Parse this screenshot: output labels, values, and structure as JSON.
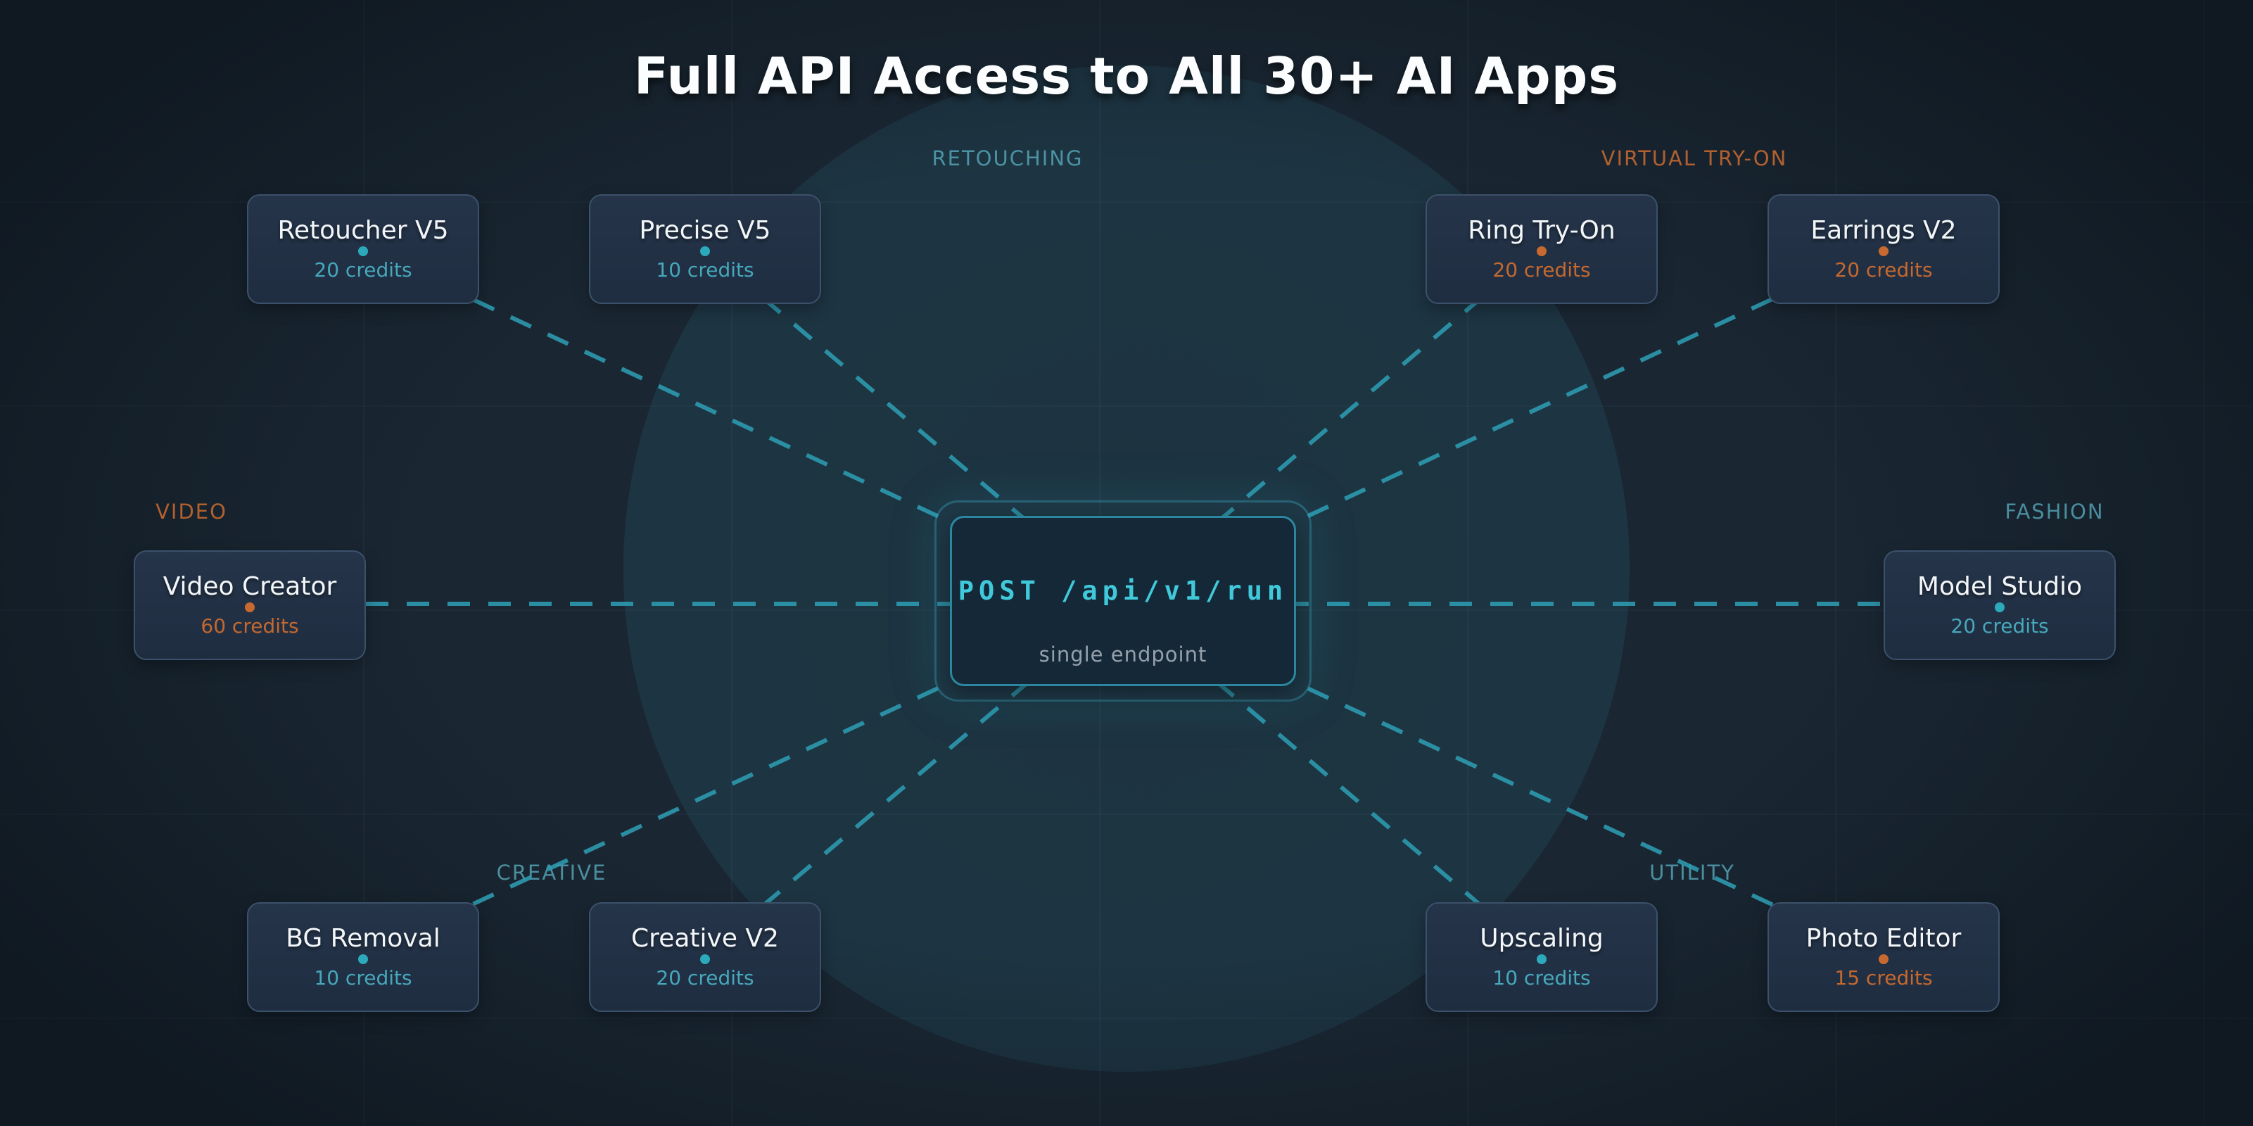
{
  "title": "Full API Access to All 30+ AI Apps",
  "center_endpoint": {
    "request": "POST /api/v1/run",
    "subtitle": "single endpoint"
  },
  "categories": [
    {
      "label": "RETOUCHING",
      "accent": "teal"
    },
    {
      "label": "VIRTUAL TRY-ON",
      "accent": "orange"
    },
    {
      "label": "VIDEO",
      "accent": "orange"
    },
    {
      "label": "FASHION",
      "accent": "teal"
    },
    {
      "label": "CREATIVE",
      "accent": "teal"
    },
    {
      "label": "UTILITY",
      "accent": "teal"
    }
  ],
  "apps": [
    {
      "name": "Retoucher V5",
      "credits": "20 credits",
      "accent": "teal",
      "category": "RETOUCHING"
    },
    {
      "name": "Precise V5",
      "credits": "10 credits",
      "accent": "teal",
      "category": "RETOUCHING"
    },
    {
      "name": "Ring Try-On",
      "credits": "20 credits",
      "accent": "orange",
      "category": "VIRTUAL TRY-ON"
    },
    {
      "name": "Earrings V2",
      "credits": "20 credits",
      "accent": "orange",
      "category": "VIRTUAL TRY-ON"
    },
    {
      "name": "Video Creator",
      "credits": "60 credits",
      "accent": "orange",
      "category": "VIDEO"
    },
    {
      "name": "Model Studio",
      "credits": "20 credits",
      "accent": "teal",
      "category": "FASHION"
    },
    {
      "name": "BG Removal",
      "credits": "10 credits",
      "accent": "teal",
      "category": "CREATIVE"
    },
    {
      "name": "Creative V2",
      "credits": "20 credits",
      "accent": "teal",
      "category": "CREATIVE"
    },
    {
      "name": "Upscaling",
      "credits": "10 credits",
      "accent": "teal",
      "category": "UTILITY"
    },
    {
      "name": "Photo Editor",
      "credits": "15 credits",
      "accent": "orange",
      "category": "UTILITY"
    }
  ],
  "colors": {
    "background": "#1a2733",
    "teal_accent": "#40c9da",
    "teal_text": "#46a8ba",
    "orange_accent": "#c86a30",
    "connector_line": "#2e9cb2",
    "card_background": "#223148",
    "card_border": "#3c516a",
    "endpoint_border": "#2b87a0",
    "title_text": "#fbfdfe",
    "subtitle_text": "#95a0aa"
  }
}
